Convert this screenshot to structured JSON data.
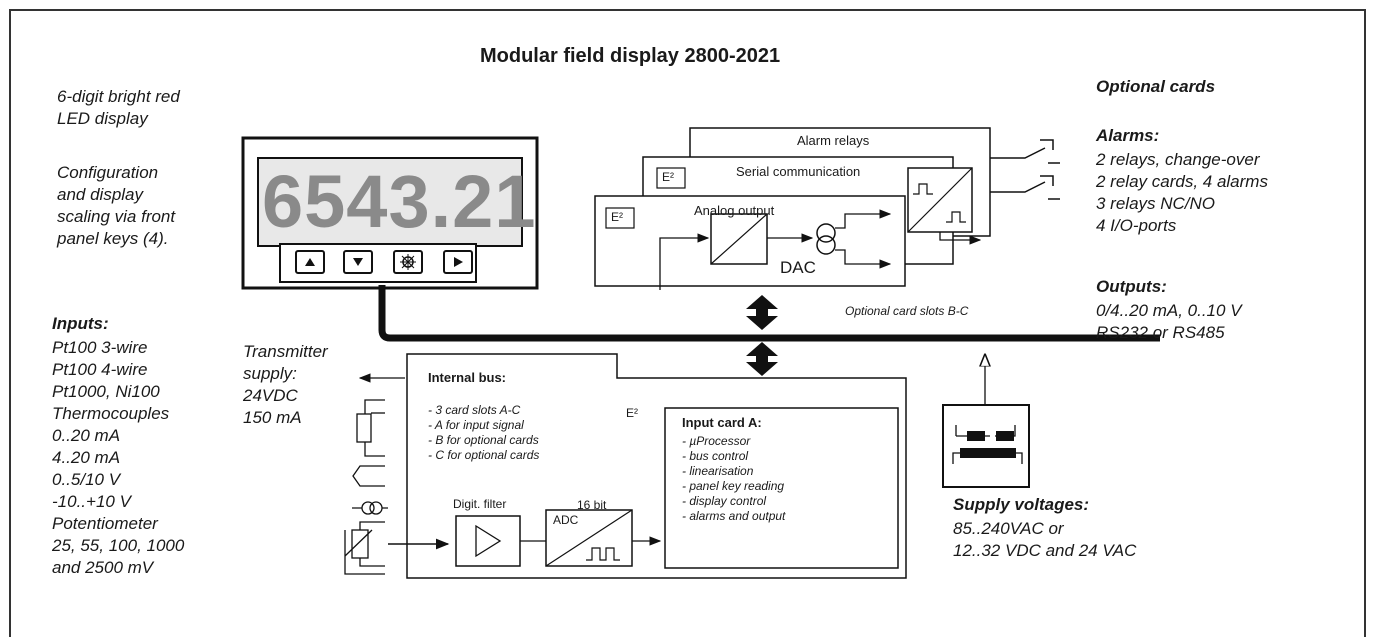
{
  "title": "Modular field display 2800-2021",
  "display": {
    "value": "6543.21",
    "desc": [
      "6-digit bright red",
      "LED display"
    ],
    "config": [
      "Configuration",
      "and display",
      "scaling via front",
      "panel keys (4)."
    ]
  },
  "inputs": {
    "heading": "Inputs:",
    "items": [
      "Pt100 3-wire",
      "Pt100 4-wire",
      "Pt1000, Ni100",
      "Thermocouples",
      "0..20 mA",
      "4..20 mA",
      "0..5/10 V",
      "-10..+10 V",
      "Potentiometer",
      "25, 55, 100, 1000",
      "and 2500 mV"
    ]
  },
  "transmitter": [
    "Transmitter",
    "supply:",
    "24VDC",
    "150 mA"
  ],
  "cards": {
    "alarm_relays": "Alarm relays",
    "serial": "Serial communication",
    "analog": "Analog output",
    "dac": "DAC",
    "e2": "E²",
    "slots_label": "Optional card slots B-C"
  },
  "internal_bus": {
    "heading": "Internal bus:",
    "items": [
      "- 3 card slots A-C",
      "- A for input signal",
      "- B for optional cards",
      "- C for optional cards"
    ],
    "filter": "Digit. filter",
    "bits": "16 bit",
    "adc": "ADC"
  },
  "input_card": {
    "heading": "Input card A:",
    "items": [
      "- µProcessor",
      "- bus control",
      "- linearisation",
      "- panel key reading",
      "- display control",
      "- alarms and output"
    ]
  },
  "optional": {
    "heading": "Optional cards",
    "alarms_heading": "Alarms:",
    "alarms": [
      "2 relays, change-over",
      "2 relay cards, 4 alarms",
      "3 relays NC/NO",
      "4 I/O-ports"
    ],
    "outputs_heading": "Outputs:",
    "outputs": [
      "0/4..20 mA, 0..10 V",
      "RS232 or RS485"
    ]
  },
  "supply": {
    "heading": "Supply voltages:",
    "items": [
      "85..240VAC or",
      "12..32 VDC  and 24 VAC"
    ]
  },
  "icons": [
    "up-key-icon",
    "down-key-icon",
    "menu-key-icon",
    "right-key-icon",
    "current-source-icon",
    "resistor-icon",
    "thermocouple-icon",
    "potentiometer-icon",
    "amplifier-icon",
    "dac-converter-icon",
    "adc-converter-icon",
    "relay-contact-icon",
    "power-supply-icon",
    "eeprom-chip-icon",
    "bidirectional-arrow-icon"
  ]
}
